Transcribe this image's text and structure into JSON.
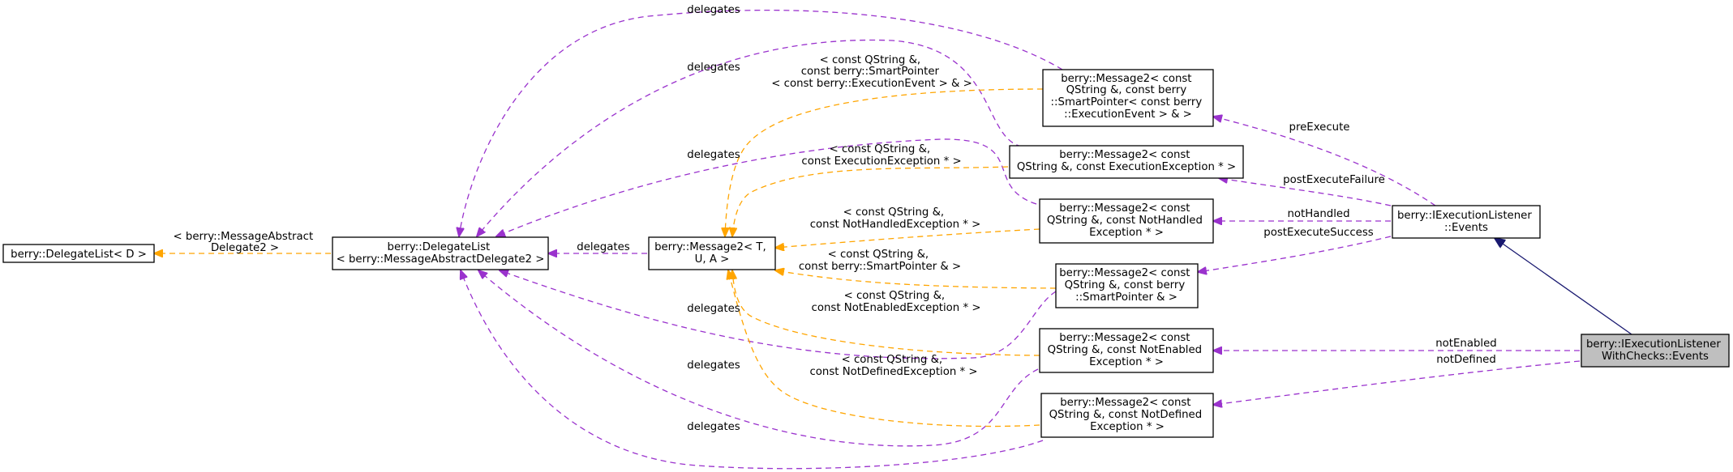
{
  "nodes": {
    "delegate_list_d": {
      "lines": [
        "berry::DelegateList< D >"
      ]
    },
    "delegate_list_mad2": {
      "lines": [
        "berry::DelegateList",
        "< berry::MessageAbstractDelegate2 >"
      ]
    },
    "message2_tua": {
      "lines": [
        "berry::Message2< T,",
        "U, A >"
      ]
    },
    "msg_exec_event": {
      "lines": [
        "berry::Message2< const",
        "QString &, const berry",
        "::SmartPointer< const berry",
        "::ExecutionEvent > & >"
      ]
    },
    "msg_exec_exception": {
      "lines": [
        "berry::Message2< const",
        "QString &, const ExecutionException * >"
      ]
    },
    "msg_not_handled": {
      "lines": [
        "berry::Message2< const",
        "QString &, const NotHandled",
        "Exception * >"
      ]
    },
    "msg_smart_pointer": {
      "lines": [
        "berry::Message2< const",
        "QString &, const berry",
        "::SmartPointer & >"
      ]
    },
    "msg_not_enabled": {
      "lines": [
        "berry::Message2< const",
        "QString &, const NotEnabled",
        "Exception * >"
      ]
    },
    "msg_not_defined": {
      "lines": [
        "berry::Message2< const",
        "QString &, const NotDefined",
        "Exception * >"
      ]
    },
    "iexec_listener_events": {
      "lines": [
        "berry::IExecutionListener",
        "::Events"
      ]
    },
    "iexec_listener_checks_events": {
      "lines": [
        "berry::IExecutionListener",
        "WithChecks::Events"
      ]
    }
  },
  "edge_labels": {
    "template_mad2": [
      "< berry::MessageAbstract",
      "Delegate2 >"
    ],
    "delegates_main": [
      "delegates"
    ],
    "delegates_exec_event": [
      "delegates"
    ],
    "delegates_exec_exception": [
      "delegates"
    ],
    "delegates_not_handled": [
      "delegates"
    ],
    "delegates_smart_pointer": [
      "delegates"
    ],
    "delegates_not_enabled": [
      "delegates"
    ],
    "delegates_not_defined": [
      "delegates"
    ],
    "tpl_exec_event": [
      "< const QString &,",
      "const berry::SmartPointer",
      "< const berry::ExecutionEvent > & >"
    ],
    "tpl_exec_exception": [
      "< const QString &,",
      "const ExecutionException * >"
    ],
    "tpl_not_handled": [
      "< const QString &,",
      "const NotHandledException * >"
    ],
    "tpl_smart_pointer": [
      "< const QString &,",
      "const berry::SmartPointer & >"
    ],
    "tpl_not_enabled": [
      "< const QString &,",
      "const NotEnabledException * >"
    ],
    "tpl_not_defined": [
      "< const QString &,",
      "const NotDefinedException * >"
    ],
    "pre_execute": [
      "preExecute"
    ],
    "post_execute_failure": [
      "postExecuteFailure"
    ],
    "not_handled": [
      "notHandled"
    ],
    "post_execute_success": [
      "postExecuteSuccess"
    ],
    "not_enabled": [
      "notEnabled"
    ],
    "not_defined": [
      "notDefined"
    ]
  },
  "colors": {
    "usage_edge": "#9a32cd",
    "template_edge": "#ffa500",
    "inheritance_edge": "#191970",
    "highlight_fill": "#bfbfbf"
  }
}
